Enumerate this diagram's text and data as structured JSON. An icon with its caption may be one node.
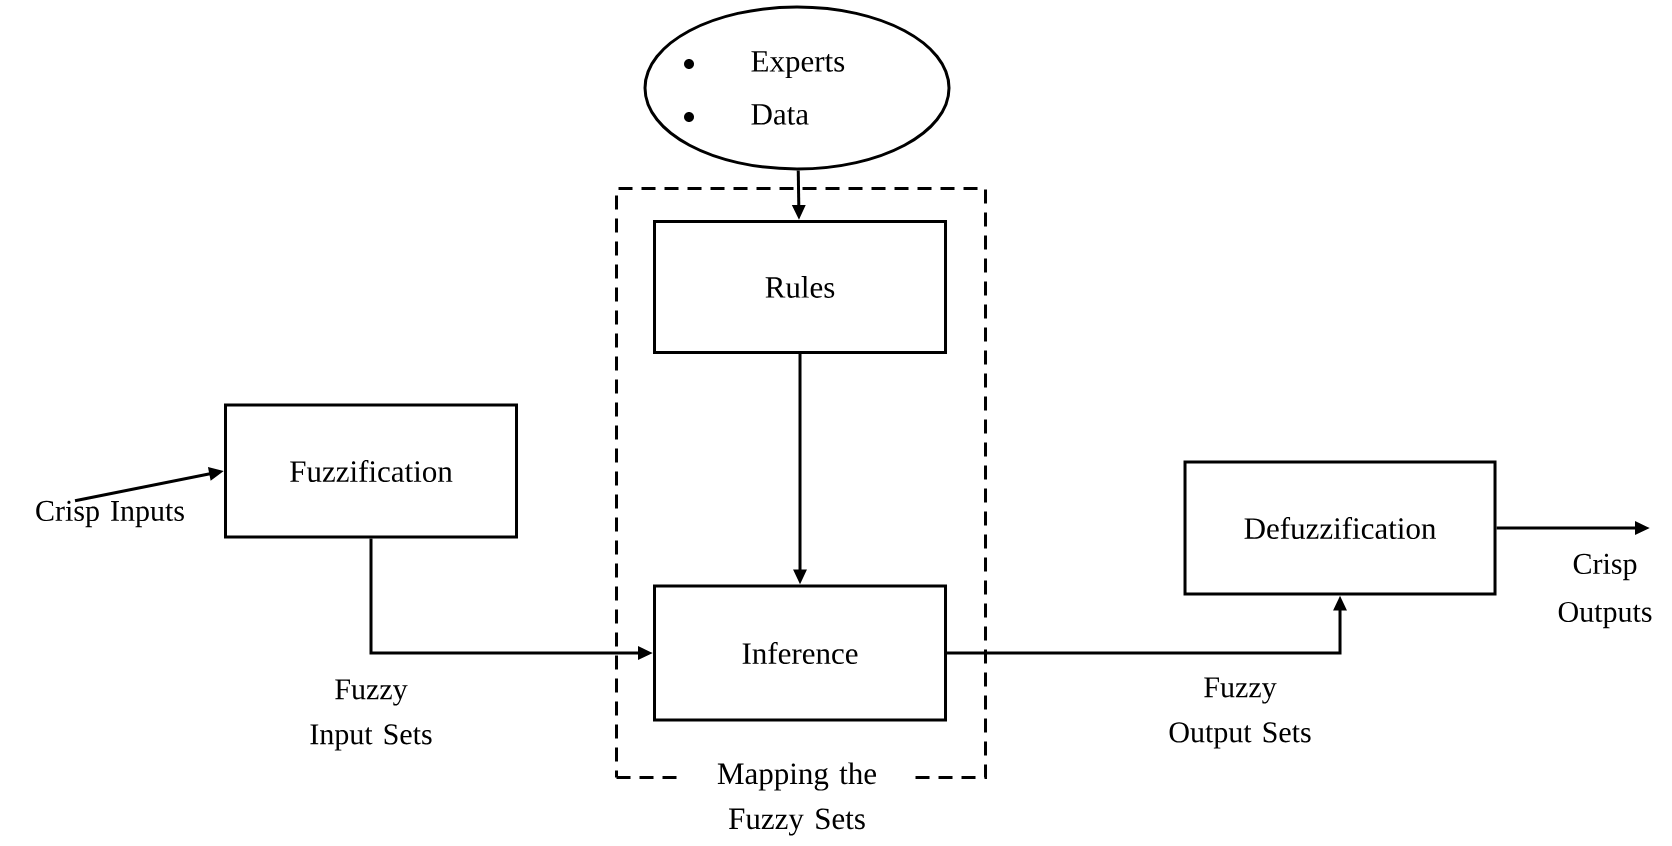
{
  "diagram": {
    "nodes": [
      {
        "text": [
          "Experts",
          "Data"
        ]
      },
      {
        "text": [
          "Mapping the Fuzzy Sets"
        ]
      },
      {
        "text": [
          "Rules"
        ],
        "in": 1
      },
      {
        "text": [
          "Inference"
        ],
        "in": 1
      },
      {
        "text": [
          "Fuzzification"
        ]
      },
      {
        "text": [
          "Defuzzification"
        ]
      },
      {
        "text": [
          "Crisp Inputs"
        ]
      },
      {
        "text": [
          "Crisp Outputs"
        ]
      }
    ],
    "edges": [
      {
        "from": 6,
        "to": 4,
        "arrow": "to"
      },
      {
        "from": 4,
        "to": 3,
        "arrow": "to",
        "label": "Fuzzy Input Sets"
      },
      {
        "from": 0,
        "to": 2,
        "arrow": "to"
      },
      {
        "from": 2,
        "to": 3,
        "arrow": "to"
      },
      {
        "from": 3,
        "to": 5,
        "arrow": "to",
        "label": "Fuzzy Output Sets"
      },
      {
        "from": 5,
        "to": 7,
        "arrow": "to"
      }
    ]
  }
}
